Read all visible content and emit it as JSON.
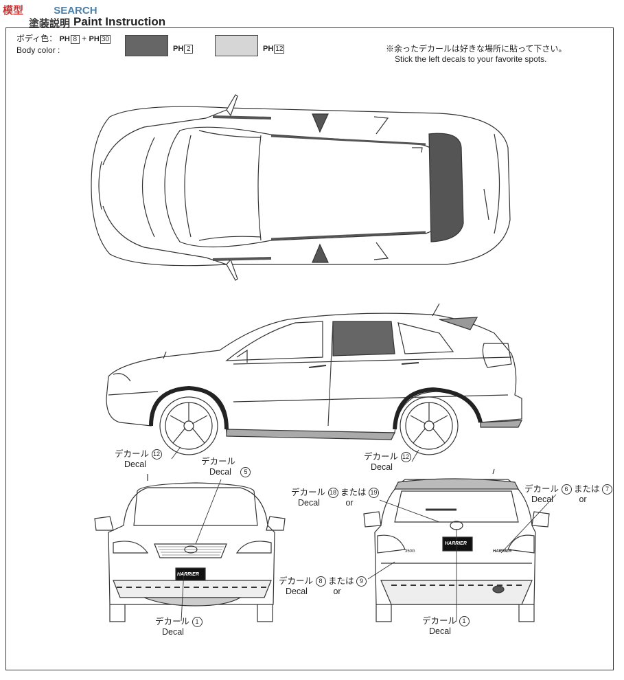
{
  "watermark": {
    "cn": "模型",
    "en": "SEARCH"
  },
  "header": {
    "title_jp": "塗装説明",
    "title_en": "Paint Instruction"
  },
  "body_color": {
    "label_jp": "ボディ色：",
    "label_en": "Body color :",
    "paints": [
      {
        "prefix": "PH",
        "number": "8"
      },
      {
        "prefix": "PH",
        "number": "30"
      }
    ],
    "plus": "+",
    "swatches": [
      {
        "prefix": "PH",
        "number": "2",
        "color": "#666666"
      },
      {
        "prefix": "PH",
        "number": "12",
        "color": "#d6d6d6"
      }
    ]
  },
  "note": {
    "jp": "※余ったデカールは好きな場所に貼って下さい。",
    "en": "Stick the left decals to your favorite spots."
  },
  "callouts": [
    {
      "jp": "デカール",
      "en": "Decal",
      "num": "12"
    },
    {
      "jp": "デカール",
      "en": "Decal",
      "num": "12"
    },
    {
      "jp": "デカール",
      "en": "Decal",
      "num": "5"
    },
    {
      "jp": "デカール",
      "en": "Decal",
      "num": "1"
    },
    {
      "jp": "デカール",
      "en": "Decal",
      "num": "1"
    },
    {
      "jp": "デカール",
      "en": "Decal",
      "num": "18",
      "or_jp": "または",
      "or_en": "or",
      "num2": "19"
    },
    {
      "jp": "デカール",
      "en": "Decal",
      "num": "6",
      "or_jp": "または",
      "or_en": "or",
      "num2": "7"
    },
    {
      "jp": "デカール",
      "en": "Decal",
      "num": "8",
      "or_jp": "または",
      "or_en": "or",
      "num2": "9"
    }
  ],
  "badges": {
    "front": "HARRIER",
    "rear": "HARRIER",
    "rear_side": "HARRIER",
    "grade": "350G"
  }
}
